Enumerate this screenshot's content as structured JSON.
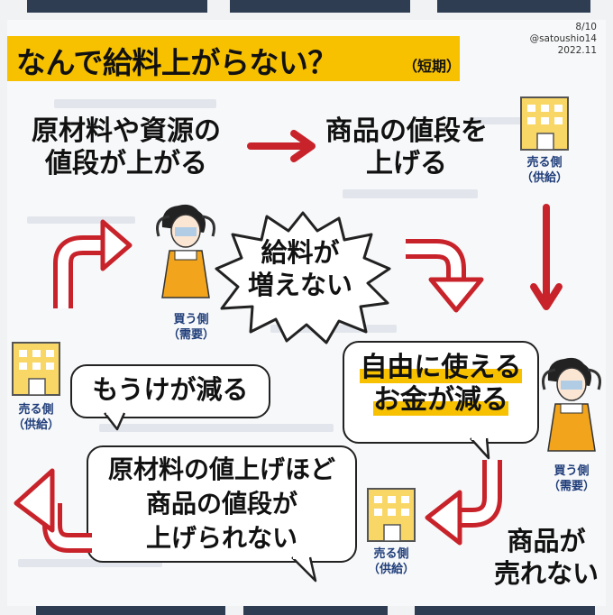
{
  "title": "なんで給料上がらない？",
  "title_sub": "（短期）",
  "meta": {
    "page": "8/10",
    "handle": "@satoushio14",
    "date": "2022.11"
  },
  "nodes": {
    "raw_materials_rise": {
      "line1": "原材料や資源の",
      "line2": "値段が上がる"
    },
    "raise_prices": {
      "line1": "商品の値段を",
      "line2": "上げる"
    },
    "wages_not_rising": {
      "line1": "給料が",
      "line2": "増えない"
    },
    "less_spending_money": {
      "line1": "自由に使える",
      "line2": "お金が減る"
    },
    "goods_dont_sell": {
      "line1": "商品が",
      "line2": "売れない"
    },
    "cant_pass_costs": {
      "line1": "原材料の値上げほど",
      "line2": "商品の値段が",
      "line3": "上げられない"
    },
    "profits_fall": {
      "text": "もうけが減る"
    }
  },
  "roles": {
    "seller": {
      "line1": "売る側",
      "line2": "（供給）"
    },
    "buyer": {
      "line1": "買う側",
      "line2": "（需要）"
    }
  },
  "icons": {
    "building": "building-icon",
    "worried_person": "worried-person-icon",
    "arrow": "red-arrow-icon"
  },
  "colors": {
    "accent_yellow": "#f7c100",
    "arrow_red": "#c8232b",
    "navy": "#1f3d7a",
    "stripe_navy": "#2e3d52"
  }
}
